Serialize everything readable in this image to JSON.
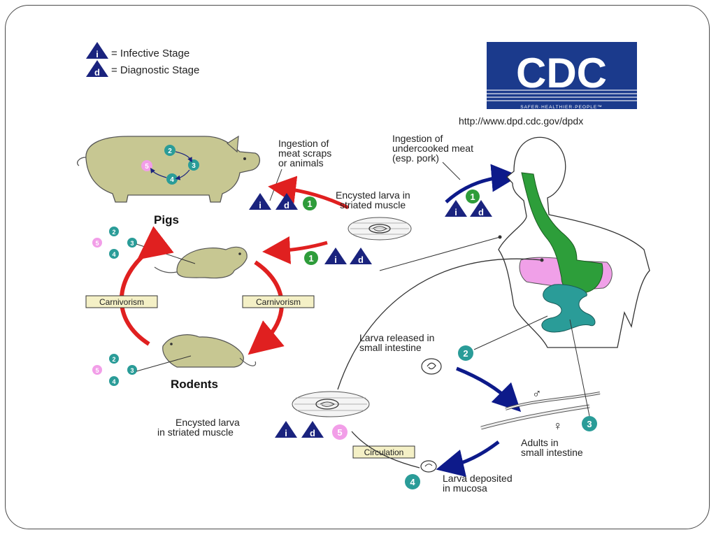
{
  "legend": {
    "infective_symbol": "i",
    "infective_label": "= Infective Stage",
    "diagnostic_symbol": "d",
    "diagnostic_label": "= Diagnostic Stage"
  },
  "logo": {
    "text": "CDC",
    "tagline": "SAFER·HEALTHIER·PEOPLE™",
    "url": "http://www.dpd.cdc.gov/dpdx"
  },
  "labels": {
    "pigs": "Pigs",
    "rodents": "Rodents",
    "ingestion_scraps_1": "Ingestion of",
    "ingestion_scraps_2": "meat scraps",
    "ingestion_scraps_3": "or animals",
    "ingestion_meat_1": "Ingestion of",
    "ingestion_meat_2": "undercooked meat",
    "ingestion_meat_3": "(esp. pork)",
    "encysted_top_1": "Encysted larva in",
    "encysted_top_2": "striated muscle",
    "carnivorism_left": "Carnivorism",
    "carnivorism_right": "Carnivorism",
    "larva_released_1": "Larva released in",
    "larva_released_2": "small intestine",
    "adults_1": "Adults in",
    "adults_2": "small intestine",
    "larva_deposited_1": "Larva deposited",
    "larva_deposited_2": "in mucosa",
    "encysted_bottom_1": "Encysted larva",
    "encysted_bottom_2": "in striated muscle",
    "circulation": "Circulation",
    "male_symbol": "♂",
    "female_symbol": "♀"
  },
  "stages": {
    "s1": "1",
    "s2": "2",
    "s3": "3",
    "s4": "4",
    "s5": "5",
    "i": "i",
    "d": "d"
  },
  "colors": {
    "tri_blue": "#1a237e",
    "green_stage": "#2e9c3a",
    "teal_stage": "#2a9c98",
    "pink_stage": "#f29ee8",
    "red_arrow": "#e02020",
    "blue_arrow": "#0d1a8a",
    "animal_fill": "#c7c792",
    "gut_green": "#2d9e3a",
    "stomach_pink": "#f0a0e8",
    "cdc_blue": "#1b3a8c",
    "label_box": "#f4f0c6"
  }
}
